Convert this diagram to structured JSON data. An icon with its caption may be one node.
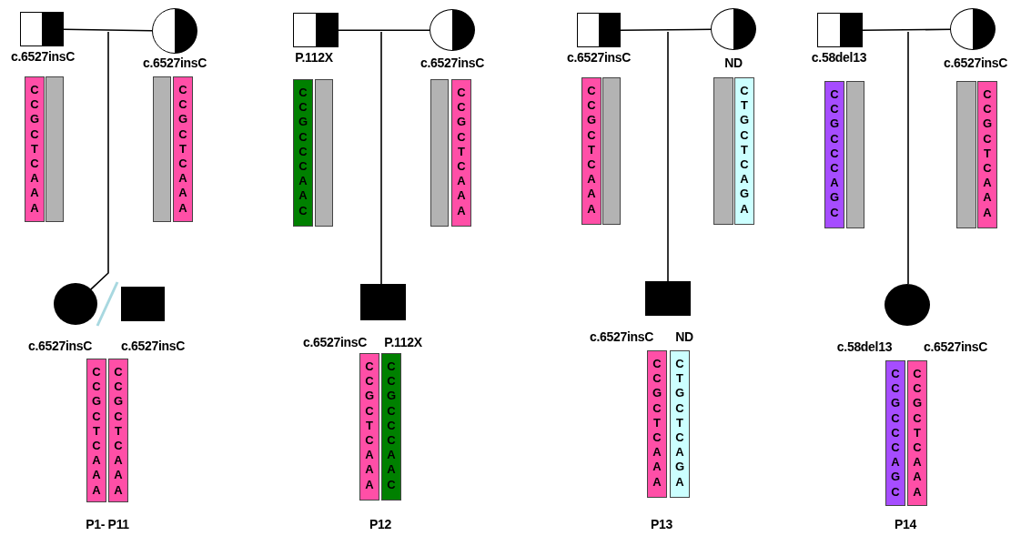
{
  "diagram": {
    "nodes": [
      {
        "text": [],
        "shape": "box",
        "beside": [
          "c.6527insC"
        ]
      },
      {
        "text": [],
        "shape": "circle",
        "beside": [
          "c.6527insC"
        ]
      },
      {
        "text": [
          "C C G C T C A A A"
        ]
      },
      {
        "text": [],
        "shape": "bar"
      },
      {
        "text": [],
        "shape": "bar"
      },
      {
        "text": [
          "C C G C T C A A A"
        ]
      },
      {
        "text": [],
        "shape": "circle"
      },
      {
        "text": [],
        "shape": "box"
      },
      {
        "text": [
          "C C G C T C A A A"
        ],
        "beside": [
          "c.6527insC"
        ]
      },
      {
        "text": [
          "C C G C T C A A A"
        ],
        "beside": [
          "c.6527insC"
        ]
      },
      {
        "text": [],
        "shape": "box",
        "beside": [
          "P.112X"
        ]
      },
      {
        "text": [],
        "shape": "circle",
        "beside": [
          "c.6527insC"
        ]
      },
      {
        "text": [
          "C C G C C C A A C"
        ]
      },
      {
        "text": [],
        "shape": "bar"
      },
      {
        "text": [],
        "shape": "bar"
      },
      {
        "text": [
          "C C G C T C A A A"
        ]
      },
      {
        "text": [],
        "shape": "box"
      },
      {
        "text": [
          "C C G C T C A A A"
        ],
        "beside": [
          "c.6527insC"
        ]
      },
      {
        "text": [
          "C C G C C C A A C"
        ],
        "beside": [
          "P.112X"
        ]
      },
      {
        "text": [],
        "shape": "box",
        "beside": [
          "c.6527insC"
        ]
      },
      {
        "text": [],
        "shape": "circle",
        "beside": [
          "ND"
        ]
      },
      {
        "text": [
          "C C G C T C A A A"
        ]
      },
      {
        "text": [],
        "shape": "bar"
      },
      {
        "text": [],
        "shape": "bar"
      },
      {
        "text": [
          "C T G C T C A G A"
        ]
      },
      {
        "text": [],
        "shape": "box"
      },
      {
        "text": [
          "C C G C T C A A A"
        ],
        "beside": [
          "c.6527insC"
        ]
      },
      {
        "text": [
          "C T G C T C A G A"
        ],
        "beside": [
          "ND"
        ]
      },
      {
        "text": [],
        "shape": "box",
        "beside": [
          "c.58del13"
        ]
      },
      {
        "text": [],
        "shape": "circle",
        "beside": [
          "c.6527insC"
        ]
      },
      {
        "text": [
          "C C G C C C A G C"
        ]
      },
      {
        "text": [],
        "shape": "bar"
      },
      {
        "text": [],
        "shape": "bar"
      },
      {
        "text": [
          "C C G C T C A A A"
        ]
      },
      {
        "text": [],
        "shape": "circle"
      },
      {
        "text": [
          "C C G C C C A G C"
        ],
        "beside": [
          "c.58del13"
        ]
      },
      {
        "text": [
          "C C G C T C A A A"
        ],
        "beside": [
          "c.6527insC"
        ]
      }
    ],
    "edges": [
      {
        "from": 0,
        "to": 1,
        "arrow": "none"
      },
      {
        "from": null,
        "to": 6,
        "arrow": "none"
      },
      {
        "from": 10,
        "to": 11,
        "arrow": "none"
      },
      {
        "from": null,
        "to": 16,
        "arrow": "none"
      },
      {
        "from": 19,
        "to": 20,
        "arrow": "none"
      },
      {
        "from": null,
        "to": 25,
        "arrow": "none"
      },
      {
        "from": 28,
        "to": 29,
        "arrow": "none"
      },
      {
        "from": null,
        "to": 34,
        "arrow": "none"
      }
    ],
    "labels": [
      "P1- P11",
      "P12",
      "P13",
      "P14"
    ]
  }
}
